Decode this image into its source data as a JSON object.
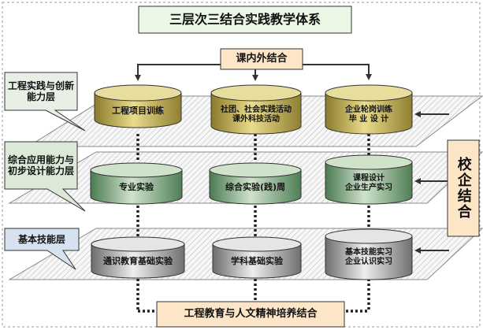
{
  "title": "三层次三结合实践教学体系",
  "top_link": "课内外结合",
  "bottom_link": "工程教育与人文精神培养结合",
  "side_link": "校企结合",
  "layers": {
    "upper": "工程实践与创新能力层",
    "middle": "综合应用能力与初步设计能力层",
    "lower": "基本技能层"
  },
  "cylinders": {
    "upper_1": "工程项目训练",
    "upper_2": "社团、社会实践活动\n课外科技活动",
    "upper_3": "企业轮岗训练\n毕 业 设 计",
    "middle_1": "专业实验",
    "middle_2": "综合实验(践)周",
    "middle_3": "课程设计\n企业生产实习",
    "lower_1": "通识教育基础实验",
    "lower_2": "学科基础实验",
    "lower_3": "基本技能实习\n企业认识实习"
  },
  "colors": {
    "title_fill": "#e9f7e4",
    "top_link_fill": "#fde6c8",
    "side_link_fill": "#fde6c8",
    "callout_upper": "#e8f0e6",
    "callout_middle": "#dbe9d6",
    "callout_lower": "#d7e2f0",
    "cyl_upper": "#b9a84a",
    "cyl_middle": "#6e9a6f",
    "cyl_lower": "#8a8a8a"
  }
}
